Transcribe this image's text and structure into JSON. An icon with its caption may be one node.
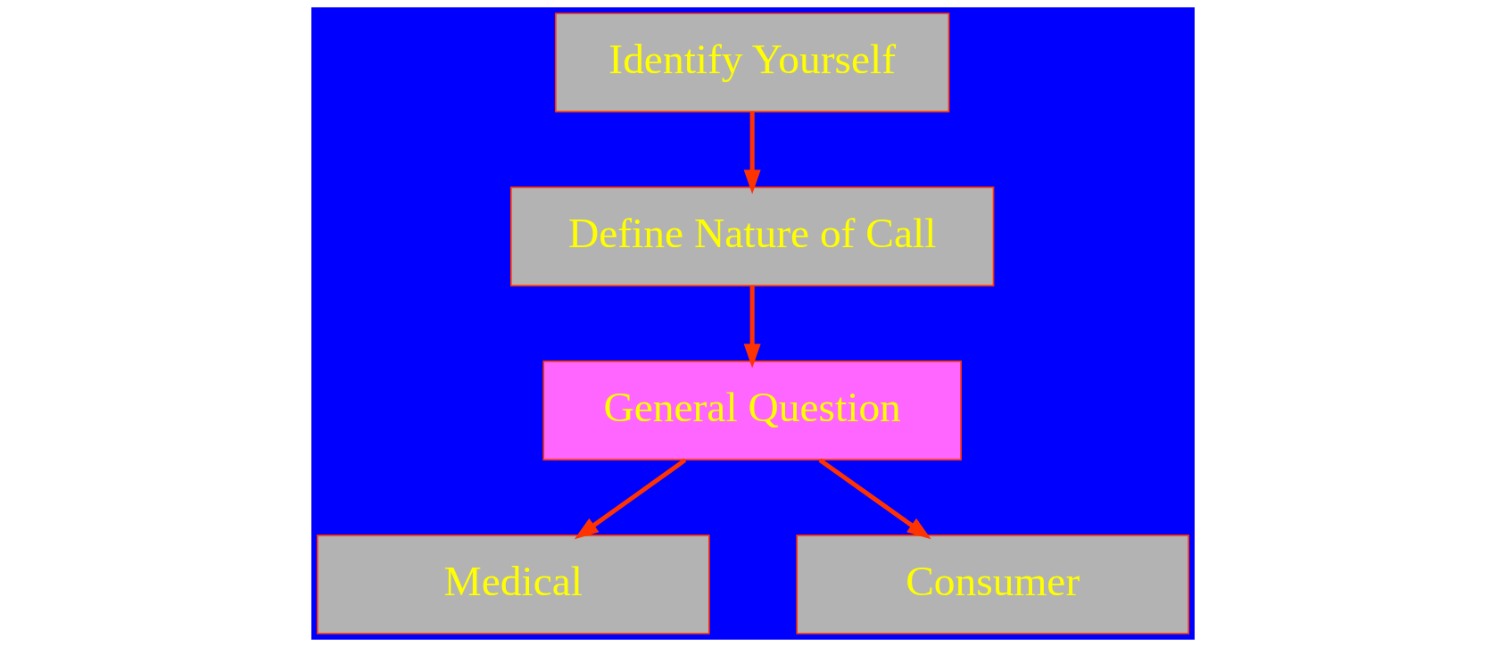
{
  "diagram": {
    "nodes": [
      {
        "text": [
          "Identify Yourself"
        ]
      },
      {
        "text": [
          "Define Nature of Call"
        ]
      },
      {
        "text": [
          "General Question"
        ]
      },
      {
        "text": [
          "Medical"
        ]
      },
      {
        "text": [
          "Consumer"
        ]
      }
    ],
    "edges": [
      {
        "from": 0,
        "to": 1,
        "arrow": "to"
      },
      {
        "from": 1,
        "to": 2,
        "arrow": "to"
      },
      {
        "from": 2,
        "to": 3,
        "arrow": "to"
      },
      {
        "from": 2,
        "to": 4,
        "arrow": "to"
      }
    ]
  }
}
